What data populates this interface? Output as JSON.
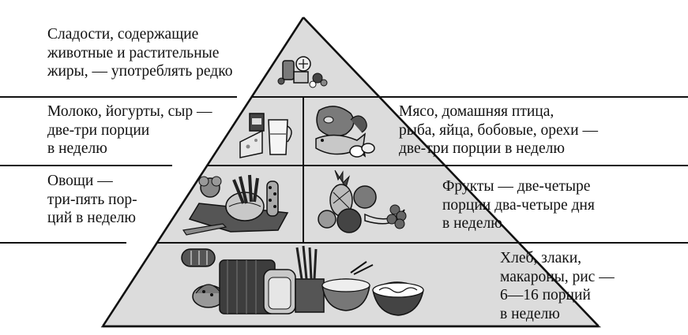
{
  "pyramid": {
    "top": {
      "label": "Сладости, содержащие\nживотные и растительные\nжиры, — употреблять редко",
      "icon": "sweets-icon"
    },
    "level2": {
      "left": {
        "label": "Молоко, йогурты, сыр —\nдве-три порции\nв неделю",
        "icon": "dairy-icon"
      },
      "right": {
        "label": "Мясо, домашняя птица,\nрыба, яйца, бобовые, орехи —\nдве-три порции в неделю",
        "icon": "meat-icon"
      }
    },
    "level3": {
      "left": {
        "label": "Овощи —\nтри-пять пор-\nций в неделю",
        "icon": "vegetables-icon"
      },
      "right": {
        "label": "Фрукты — две-четыре\nпорции два-четыре дня\nв неделю",
        "icon": "fruits-icon"
      }
    },
    "base": {
      "label": "Хлеб, злаки,\nмакароны, рис —\n6—16 порций\nв неделю",
      "icon": "bread-grains-icon"
    },
    "colors": {
      "fill_light": "#e6e6e6",
      "fill_mid": "#c8c8c8",
      "fill_dark": "#7a7a7a",
      "stroke": "#111111"
    }
  }
}
